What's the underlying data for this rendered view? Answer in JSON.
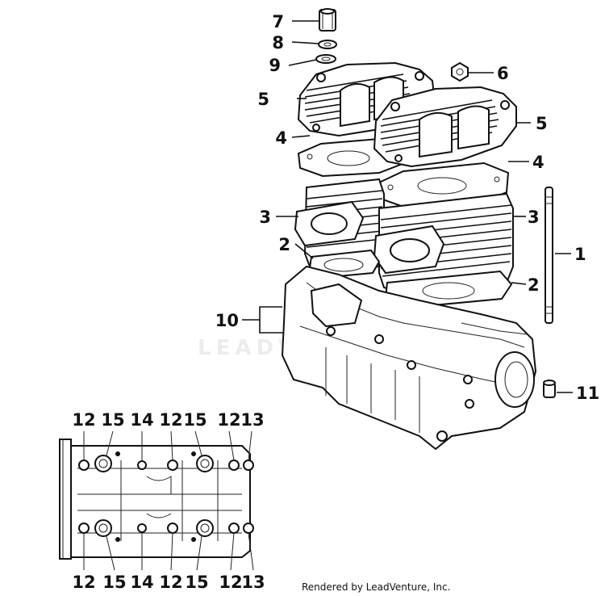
{
  "diagram": {
    "callouts_upper": [
      "7",
      "8",
      "9",
      "6",
      "5",
      "5",
      "4",
      "4",
      "3",
      "3",
      "2",
      "2",
      "1",
      "10",
      "11"
    ],
    "callouts_top_row": [
      "12",
      "15",
      "14",
      "12",
      "15",
      "12",
      "13"
    ],
    "callouts_bottom_row": [
      "12",
      "15",
      "14",
      "12",
      "15",
      "12",
      "13"
    ]
  },
  "watermark": "LEADVENTURE",
  "credit": "Rendered by LeadVenture, Inc."
}
